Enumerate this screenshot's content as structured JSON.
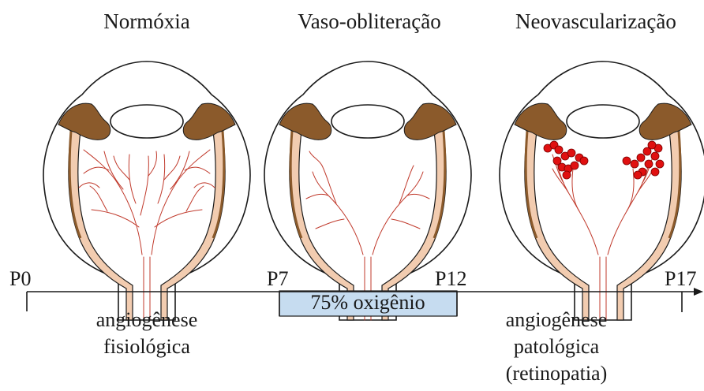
{
  "titles": {
    "normoxia": "Normóxia",
    "vaso": "Vaso-obliteração",
    "neo": "Neovascularização"
  },
  "timeline": {
    "p0": "P0",
    "p7": "P7",
    "p12": "P12",
    "p17": "P17",
    "oxygen": "75% oxigênio"
  },
  "notes": {
    "physio_1": "angiogênese",
    "physio_2": "fisiológica",
    "patho_1": "angiogênese",
    "patho_2": "patológica",
    "patho_3": "(retinopatia)"
  },
  "colors": {
    "outline": "#1a1a1a",
    "sclera": "#f2ccb0",
    "ciliary": "#8b5a2b",
    "vessel": "#c0392b",
    "neovessel": "#e01010",
    "oxygen_box": "#c6dcf0"
  }
}
